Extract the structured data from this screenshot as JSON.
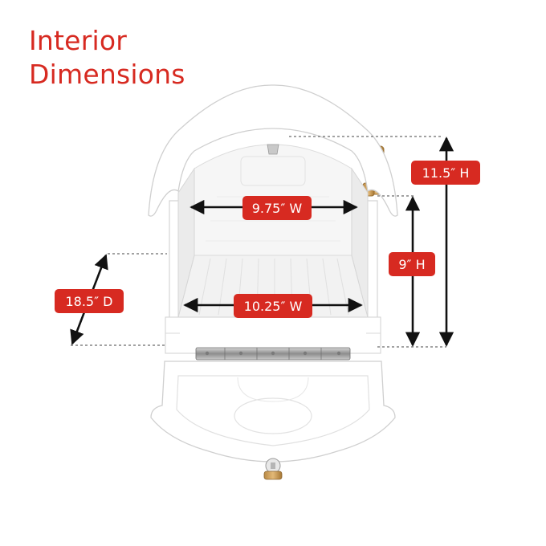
{
  "title": {
    "line1": "Interior",
    "line2": "Dimensions"
  },
  "dimensions": {
    "top_width": "9.75″ W",
    "bottom_width": "10.25″ W",
    "depth": "18.5″ D",
    "front_height": "9″ H",
    "rear_height": "11.5″ H"
  },
  "colors": {
    "accent": "#d72a21",
    "arrow": "#111111",
    "body": "#ffffff"
  }
}
